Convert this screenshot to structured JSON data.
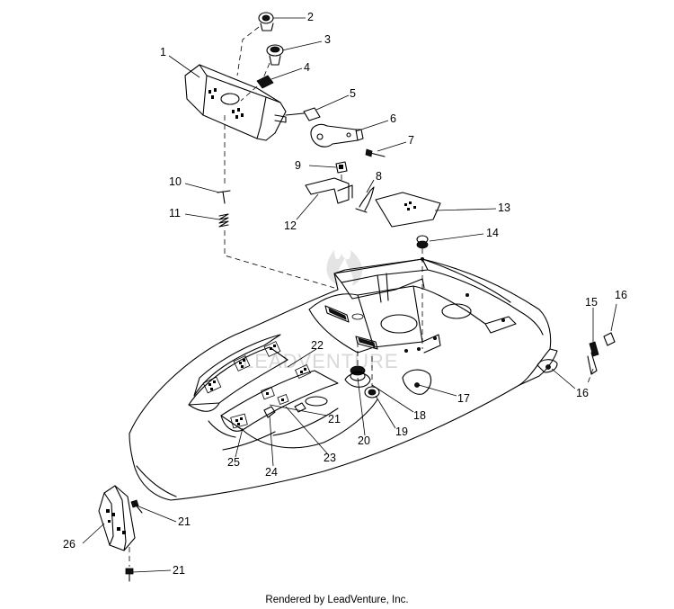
{
  "diagram": {
    "callouts": [
      {
        "id": "c1",
        "text": "1"
      },
      {
        "id": "c2",
        "text": "2"
      },
      {
        "id": "c3",
        "text": "3"
      },
      {
        "id": "c4",
        "text": "4"
      },
      {
        "id": "c5",
        "text": "5"
      },
      {
        "id": "c6",
        "text": "6"
      },
      {
        "id": "c7",
        "text": "7"
      },
      {
        "id": "c8",
        "text": "8"
      },
      {
        "id": "c9",
        "text": "9"
      },
      {
        "id": "c10",
        "text": "10"
      },
      {
        "id": "c11",
        "text": "11"
      },
      {
        "id": "c12",
        "text": "12"
      },
      {
        "id": "c13",
        "text": "13"
      },
      {
        "id": "c14",
        "text": "14"
      },
      {
        "id": "c15",
        "text": "15"
      },
      {
        "id": "c16a",
        "text": "16"
      },
      {
        "id": "c16b",
        "text": "16"
      },
      {
        "id": "c17",
        "text": "17"
      },
      {
        "id": "c18",
        "text": "18"
      },
      {
        "id": "c19",
        "text": "19"
      },
      {
        "id": "c20",
        "text": "20"
      },
      {
        "id": "c21a",
        "text": "21"
      },
      {
        "id": "c21b",
        "text": "21"
      },
      {
        "id": "c21c",
        "text": "21"
      },
      {
        "id": "c22",
        "text": "22"
      },
      {
        "id": "c23",
        "text": "23"
      },
      {
        "id": "c24",
        "text": "24"
      },
      {
        "id": "c25",
        "text": "25"
      },
      {
        "id": "c26",
        "text": "26"
      }
    ],
    "watermark": "LEADVENTURE",
    "credit": "Rendered by LeadVenture, Inc."
  }
}
